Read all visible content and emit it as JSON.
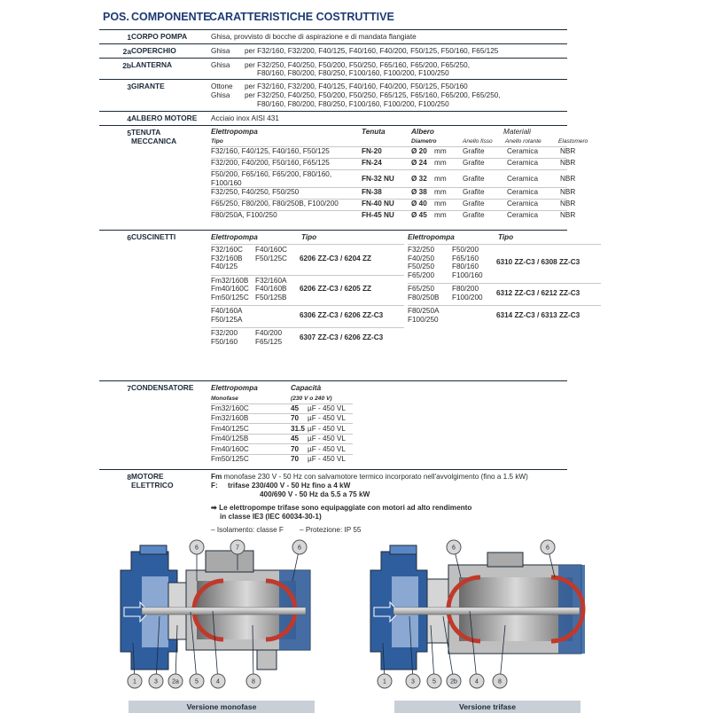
{
  "header": {
    "pos": "POS.",
    "componente": "COMPONENTE",
    "caratteristiche": "CARATTERISTICHE COSTRUTTIVE"
  },
  "rows": {
    "r1": {
      "pos": "1",
      "name": "CORPO POMPA",
      "text": "Ghisa, provvisto di bocche di aspirazione e di mandata flangiate"
    },
    "r2a": {
      "pos": "2a",
      "name": "COPERCHIO",
      "mat": "Ghisa",
      "text": "per F32/160, F32/200, F40/125, F40/160, F40/200, F50/125, F50/160, F65/125"
    },
    "r2b": {
      "pos": "2b",
      "name": "LANTERNA",
      "mat": "Ghisa",
      "line1": "per F32/250, F40/250, F50/200, F50/250, F65/160, F65/200, F65/250,",
      "line2": "F80/160, F80/200, F80/250, F100/160, F100/200, F100/250"
    },
    "r3": {
      "pos": "3",
      "name": "GIRANTE",
      "mat1": "Ottone",
      "text1": "per F32/160, F32/200, F40/125, F40/160, F40/200, F50/125, F50/160",
      "mat2": "Ghisa",
      "text2": "per F32/250, F40/250, F50/200, F50/250, F65/125, F65/160, F65/200, F65/250,",
      "text3": "F80/160, F80/200, F80/250, F100/160, F100/200, F100/250"
    },
    "r4": {
      "pos": "4",
      "name": "ALBERO MOTORE",
      "text": "Acciaio inox AISI 431"
    }
  },
  "tenuta": {
    "pos": "5",
    "name1": "TENUTA",
    "name2": "MECCANICA",
    "h_elettropompa": "Elettropompa",
    "h_tipo": "Tipo",
    "h_tenuta": "Tenuta",
    "h_albero": "Albero",
    "h_diametro": "Diametro",
    "h_materiali": "Materiali",
    "h_anello_fisso": "Anello fisso",
    "h_anello_rotante": "Anello rotante",
    "h_elastomero": "Elastomero",
    "rows": [
      {
        "pompa": "F32/160, F40/125, F40/160, F50/125",
        "pompa2": "",
        "tenuta": "FN-20",
        "diam": "Ø 20",
        "unit": "mm",
        "fisso": "Grafite",
        "rotante": "Ceramica",
        "elast": "NBR"
      },
      {
        "pompa": "F32/200, F40/200, F50/160, F65/125",
        "pompa2": "",
        "tenuta": "FN-24",
        "diam": "Ø 24",
        "unit": "mm",
        "fisso": "Grafite",
        "rotante": "Ceramica",
        "elast": "NBR"
      },
      {
        "pompa": "F50/200, F65/160, F65/200, F80/160,",
        "pompa2": "F100/160",
        "tenuta": "FN-32 NU",
        "diam": "Ø 32",
        "unit": "mm",
        "fisso": "Grafite",
        "rotante": "Ceramica",
        "elast": "NBR"
      },
      {
        "pompa": "F32/250, F40/250, F50/250",
        "pompa2": "",
        "tenuta": "FN-38",
        "diam": "Ø 38",
        "unit": "mm",
        "fisso": "Grafite",
        "rotante": "Ceramica",
        "elast": "NBR"
      },
      {
        "pompa": "F65/250, F80/200, F80/250B, F100/200",
        "pompa2": "",
        "tenuta": "FN-40 NU",
        "diam": "Ø 40",
        "unit": "mm",
        "fisso": "Grafite",
        "rotante": "Ceramica",
        "elast": "NBR"
      },
      {
        "pompa": "F80/250A, F100/250",
        "pompa2": "",
        "tenuta": "FH-45 NU",
        "diam": "Ø 45",
        "unit": "mm",
        "fisso": "Grafite",
        "rotante": "Ceramica",
        "elast": "NBR"
      }
    ]
  },
  "cuscinetti": {
    "pos": "6",
    "name": "CUSCINETTI",
    "h_elettropompa": "Elettropompa",
    "h_tipo": "Tipo",
    "left": [
      {
        "c1": [
          "F32/160C",
          "F32/160B",
          "F40/125"
        ],
        "c2": [
          "F40/160C",
          "F50/125C"
        ],
        "tipo": "6206 ZZ-C3 / 6204 ZZ"
      },
      {
        "c1": [
          "Fm32/160B",
          "Fm40/160C",
          "Fm50/125C"
        ],
        "c2": [
          "F32/160A",
          "F40/160B",
          "F50/125B"
        ],
        "tipo": "6206 ZZ-C3 / 6205 ZZ"
      },
      {
        "c1": [
          "F40/160A",
          "F50/125A"
        ],
        "c2": [],
        "tipo": "6306 ZZ-C3 / 6206 ZZ-C3"
      },
      {
        "c1": [
          "F32/200",
          "F50/160"
        ],
        "c2": [
          "F40/200",
          "F65/125"
        ],
        "tipo": "6307 ZZ-C3 / 6206 ZZ-C3"
      }
    ],
    "right": [
      {
        "c1": [
          "F32/250",
          "F40/250",
          "F50/250",
          "F65/200"
        ],
        "c2": [
          "F50/200",
          "F65/160",
          "F80/160",
          "F100/160"
        ],
        "tipo": "6310 ZZ-C3 / 6308 ZZ-C3"
      },
      {
        "c1": [
          "F65/250",
          "F80/250B"
        ],
        "c2": [
          "F80/200",
          "F100/200"
        ],
        "tipo": "6312 ZZ-C3 / 6212 ZZ-C3"
      },
      {
        "c1": [
          "F80/250A",
          "F100/250"
        ],
        "c2": [],
        "tipo": "6314 ZZ-C3 / 6313 ZZ-C3"
      }
    ]
  },
  "condensatore": {
    "pos": "7",
    "name": "CONDENSATORE",
    "h_elettropompa": "Elettropompa",
    "h_capacita": "Capacità",
    "monofase": "Monofase",
    "volt": "(230 V o 240 V)",
    "rows": [
      {
        "pompa": "Fm32/160C",
        "val": "45",
        "unit": "µF - 450 VL"
      },
      {
        "pompa": "Fm32/160B",
        "val": "70",
        "unit": "µF - 450 VL"
      },
      {
        "pompa": "Fm40/125C",
        "val": "31.5",
        "unit": "µF - 450 VL"
      },
      {
        "pompa": "Fm40/125B",
        "val": "45",
        "unit": "µF - 450 VL"
      },
      {
        "pompa": "Fm40/160C",
        "val": "70",
        "unit": "µF - 450 VL"
      },
      {
        "pompa": "Fm50/125C",
        "val": "70",
        "unit": "µF - 450 VL"
      }
    ]
  },
  "motore": {
    "pos": "8",
    "name1": "MOTORE",
    "name2": "ELETTRICO",
    "fm_label": "Fm",
    "fm_text": ":  monofase 230 V - 50 Hz con salvamotore termico incorporato nell'avvolgimento (fino a 1.5 kW)",
    "f_label": "F:",
    "f_text1": "trifase 230/400 V - 50 Hz fino a 4 kW",
    "f_text2": "400/690 V - 50 Hz da 5.5 a 75 kW",
    "note1": "➡ Le elettropompe trifase sono equipaggiate con motori ad alto rendimento",
    "note2": "in classe IE3 (IEC 60034-30-1)",
    "isolamento": "– Isolamento:  classe F",
    "protezione": "– Protezione:  IP 55"
  },
  "figures": {
    "caption_left": "Versione monofase",
    "caption_right": "Versione trifase",
    "left_top": [
      "6",
      "7",
      "6"
    ],
    "left_bottom": [
      "1",
      "3",
      "2a",
      "5",
      "4",
      "8"
    ],
    "right_top": [
      "6",
      "6"
    ],
    "right_bottom": [
      "1",
      "3",
      "5",
      "2b",
      "4",
      "8"
    ]
  },
  "colors": {
    "heading_blue": "#1d3a73",
    "pump_blue": "#2f5e9f",
    "caption_gray": "#c9cfd6",
    "callout_fill": "#d7d7d7"
  }
}
